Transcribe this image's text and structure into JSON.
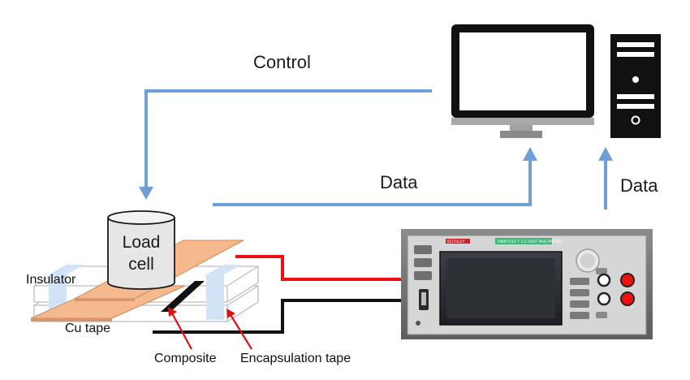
{
  "labels": {
    "control": "Control",
    "data_to_monitor": "Data",
    "data_to_tower": "Data",
    "load_cell_line1": "Load",
    "load_cell_line2": "cell",
    "insulator": "Insulator",
    "cu_tape": "Cu  tape",
    "composite": "Composite",
    "encapsulation_tape": "Encapsulation tape"
  },
  "multimeter": {
    "brand": "KEITHLEY",
    "model": "DMM7510 7 1/2 DIGIT MULTIMETER"
  },
  "colors": {
    "arrow": "#6f9fd8",
    "copper": "#f6b98d",
    "copper_edge": "#c98a5c",
    "insulator": "#cfe1f3",
    "red_wire": "#ee1111",
    "black_wire": "#111111",
    "pointer": "#dd1111"
  },
  "icons": {
    "computer": "monitor-icon",
    "tower": "computer-tower-icon",
    "instrument": "multimeter-icon"
  }
}
